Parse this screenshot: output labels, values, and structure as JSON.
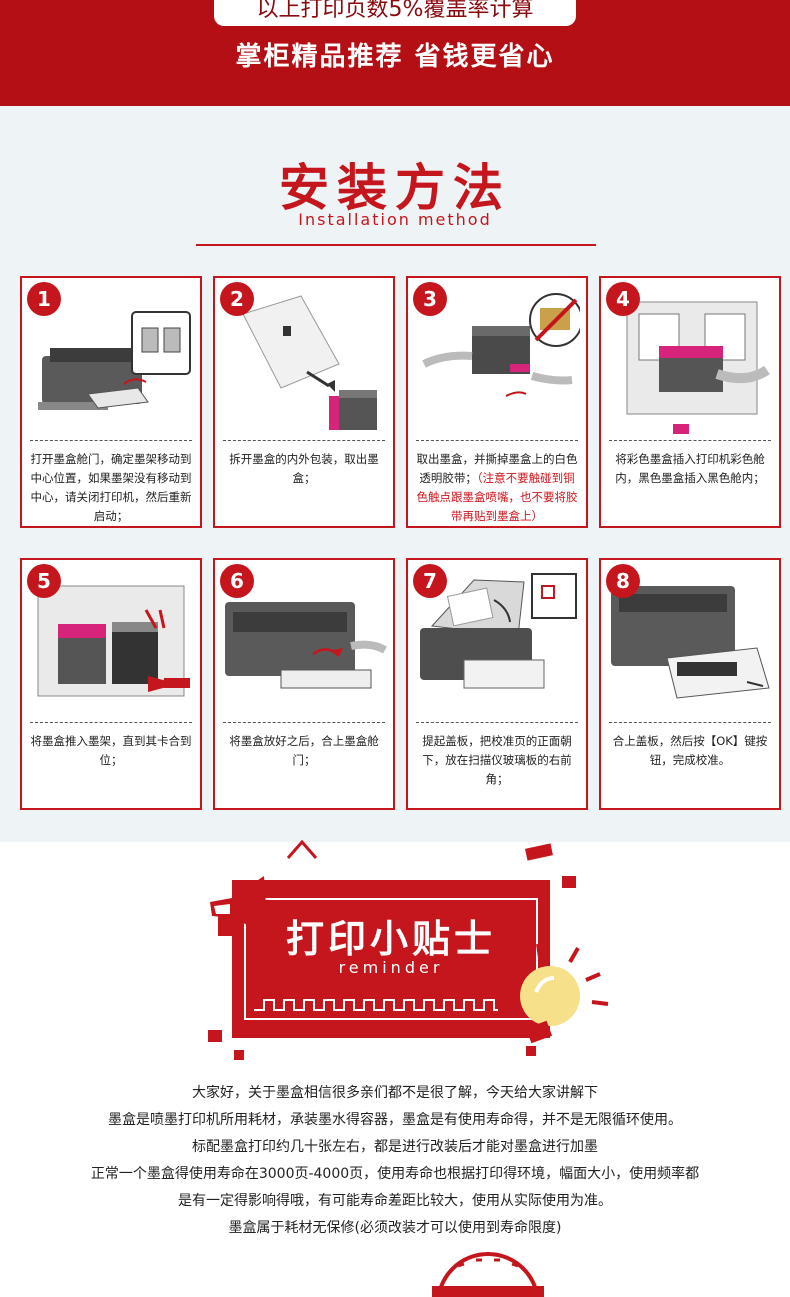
{
  "banner": {
    "pill_text": "以上打印页数5%覆盖率计算",
    "slogan": "掌柜精品推荐 省钱更省心"
  },
  "install": {
    "title": "安装方法",
    "subtitle": "Installation method",
    "steps": [
      {
        "num": "1",
        "text": "打开墨盒舱门，确定墨架移动到中心位置，如果墨架没有移动到中心，请关闭打印机，然后重新启动；"
      },
      {
        "num": "2",
        "text": "拆开墨盒的内外包装，取出墨盒；"
      },
      {
        "num": "3",
        "text": "取出墨盒，并撕掉墨盒上的白色透明胶带；",
        "warn": "（注意不要触碰到铜色触点跟墨盒喷嘴，也不要将胶带再贴到墨盒上）"
      },
      {
        "num": "4",
        "text": "将彩色墨盒插入打印机彩色舱内，黑色墨盒插入黑色舱内；"
      },
      {
        "num": "5",
        "text": "将墨盒推入墨架，直到其卡合到位；"
      },
      {
        "num": "6",
        "text": "将墨盒放好之后，合上墨盒舱门；"
      },
      {
        "num": "7",
        "text": "提起盖板，把校准页的正面朝下，放在扫描仪玻璃板的右前角；"
      },
      {
        "num": "8",
        "text": "合上盖板，然后按【OK】键按钮，完成校准。"
      }
    ]
  },
  "reminder": {
    "title": "打印小贴士",
    "subtitle": "reminder",
    "lines": [
      "大家好，关于墨盒相信很多亲们都不是很了解，今天给大家讲解下",
      "墨盒是喷墨打印机所用耗材，承装墨水得容器，墨盒是有使用寿命得，并不是无限循环使用。",
      "标配墨盒打印约几十张左右，都是进行改装后才能对墨盒进行加墨",
      "正常一个墨盒得使用寿命在3000页-4000页，使用寿命也根据打印得环境，幅面大小，使用频率都",
      "是有一定得影响得哦，有可能寿命差距比较大，使用从实际使用为准。",
      "墨盒属于耗材无保修(必须改装才可以使用到寿命限度)"
    ]
  },
  "colors": {
    "brand_red": "#c4161c",
    "banner_red": "#b30f14",
    "install_bg": "#eef4f6"
  }
}
